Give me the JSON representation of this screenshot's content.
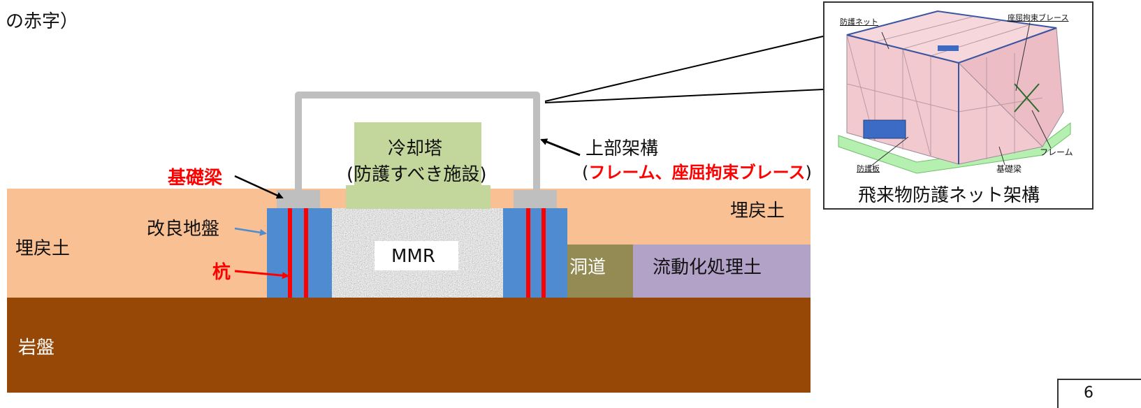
{
  "header_fragment": "の赤字）",
  "labels": {
    "cooling_tower": "冷却塔",
    "cooling_tower_sub": "(防護すべき施設)",
    "upper_frame": "上部架構",
    "upper_frame_paren_open": "(",
    "upper_frame_detail": "フレーム、座屈拘束ブレース",
    "upper_frame_paren_close": ")",
    "foundation_beam": "基礎梁",
    "improved_ground": "改良地盤",
    "pile": "杭",
    "backfill_left": "埋戻土",
    "backfill_right": "埋戻土",
    "mmr": "MMR",
    "culvert": "洞道",
    "fluidized_soil": "流動化処理土",
    "bedrock": "岩盤"
  },
  "inset": {
    "caption": "飛来物防護ネット架構",
    "labels": {
      "net": "防護ネット",
      "brace": "座屈拘束ブレース",
      "frame": "フレーム",
      "plate": "防護板",
      "beam": "基礎梁"
    }
  },
  "page_number": "6",
  "colors": {
    "backfill": "#f8c093",
    "bedrock": "#974806",
    "improved_ground": "#4f8bd0",
    "pile": "#ff0000",
    "frame_gray": "#bfbfbf",
    "cooling_tower": "#c3d69b",
    "culvert": "#948a54",
    "fluidized_soil": "#b3a2c7",
    "emphasis_text": "#ff0000"
  }
}
